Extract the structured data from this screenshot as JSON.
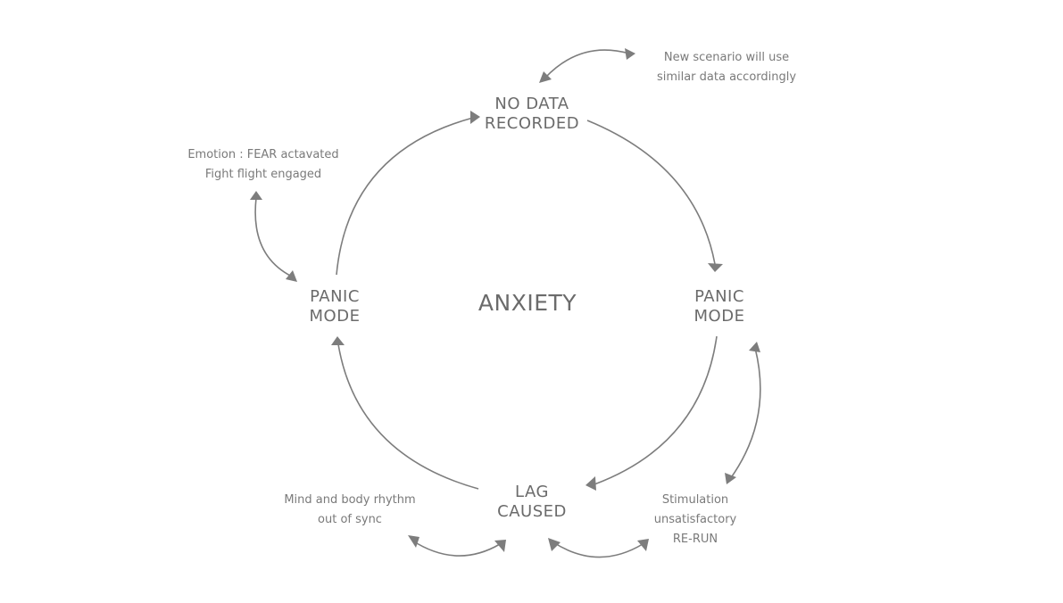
{
  "center": {
    "label": "ANXIETY"
  },
  "nodes": {
    "top": {
      "line1": "NO DATA",
      "line2": "RECORDED"
    },
    "right": {
      "line1": "PANIC",
      "line2": "MODE"
    },
    "bottom": {
      "line1": "LAG",
      "line2": "CAUSED"
    },
    "left": {
      "line1": "PANIC",
      "line2": "MODE"
    }
  },
  "notes": {
    "top_right": {
      "line1": "New scenario will use",
      "line2": "similar data accordingly"
    },
    "top_left": {
      "line1": "Emotion : FEAR actavated",
      "line2": "Fight flight engaged"
    },
    "bottom_left": {
      "line1": "Mind and body rhythm",
      "line2": "out of sync"
    },
    "bottom_right": {
      "line1": "Stimulation",
      "line2": "unsatisfactory",
      "line3": "RE-RUN"
    }
  },
  "colors": {
    "stroke": "#7d7d7d",
    "text": "#6b6b6b"
  }
}
